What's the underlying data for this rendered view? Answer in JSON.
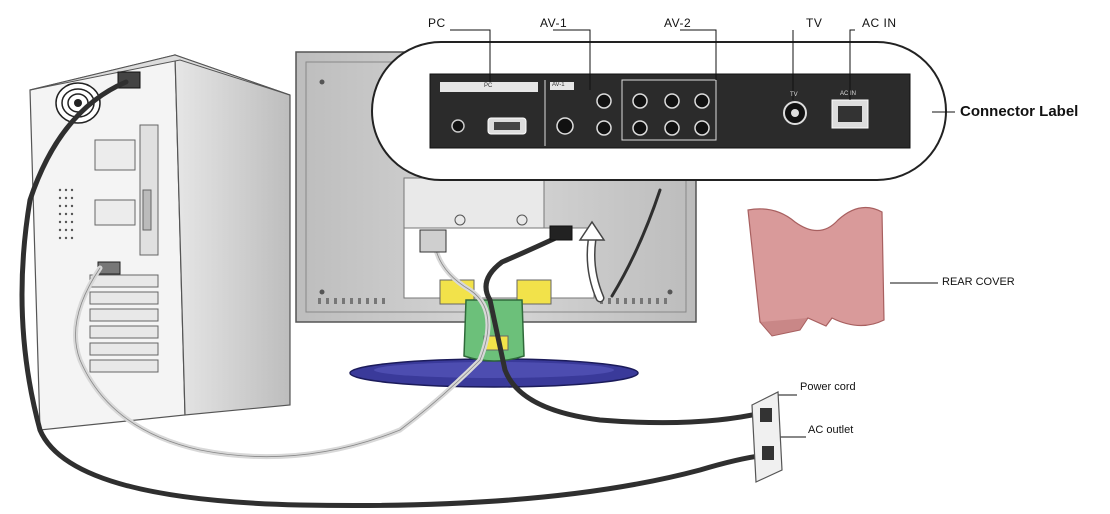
{
  "diagram": {
    "labels": {
      "pc": "PC",
      "av1": "AV-1",
      "av2": "AV-2",
      "tv": "TV",
      "ac_in": "AC  IN",
      "connector_label": "Connector Label",
      "rear_cover": "REAR COVER",
      "power_cord": "Power cord",
      "ac_outlet": "AC outlet"
    },
    "panel_labels": {
      "pc": "PC",
      "av1": "AV-1",
      "tv": "TV",
      "ac_in": "AC  IN"
    }
  },
  "colors": {
    "monitor_back": "#c9c9c9",
    "cover_pink": "#d99a9a",
    "stand_blue": "#3a3a9a",
    "neck_green": "#6cc07a",
    "bracket_yellow": "#f2e24a",
    "panel_dark": "#2b2b2b",
    "cable_dark": "#2f2f2f",
    "cable_light": "#d8d8d8"
  }
}
